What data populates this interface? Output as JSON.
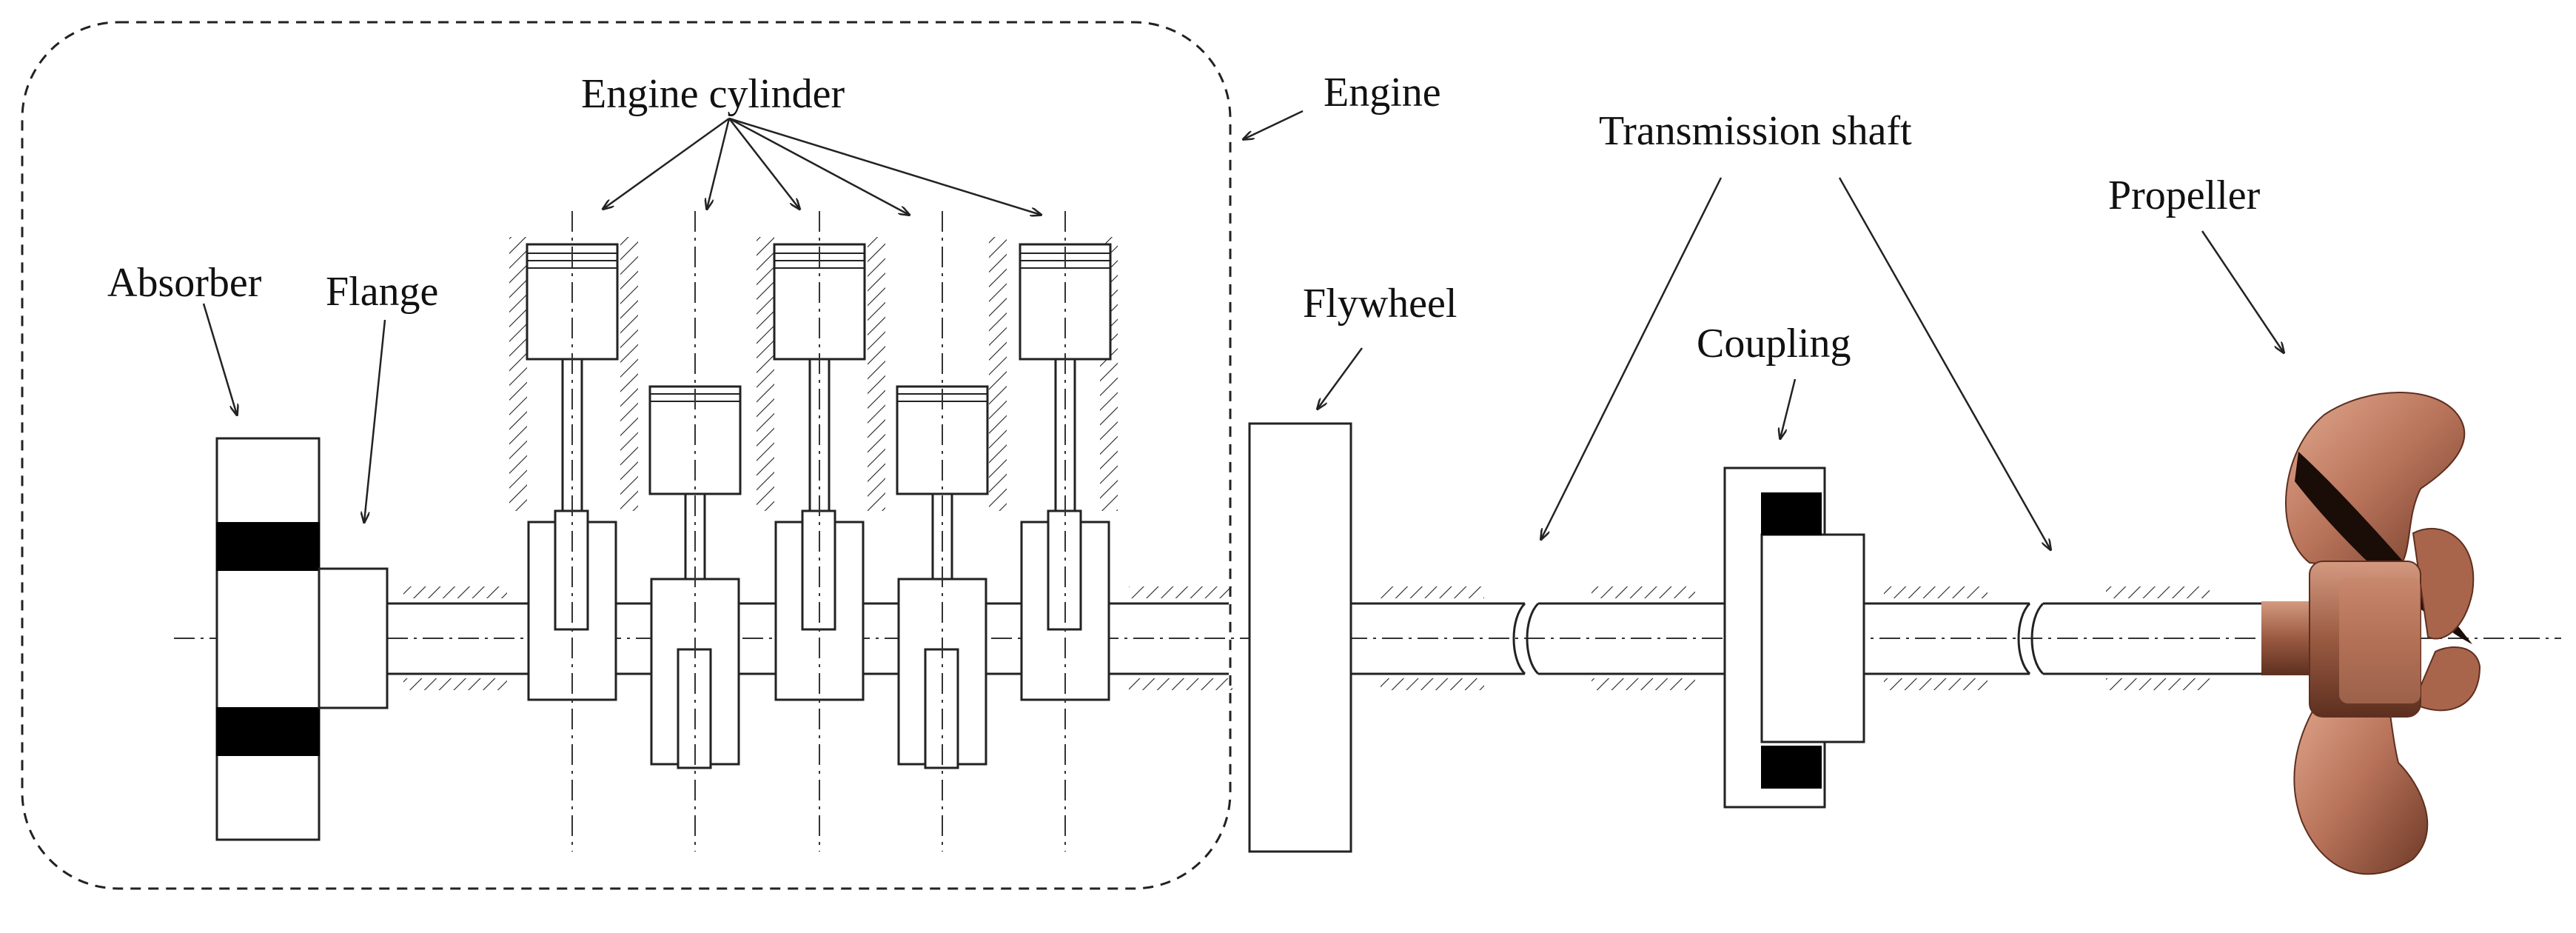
{
  "labels": {
    "engine_cylinder": "Engine cylinder",
    "engine": "Engine",
    "transmission_shaft": "Transmission shaft",
    "propeller": "Propeller",
    "absorber": "Absorber",
    "flange": "Flange",
    "flywheel": "Flywheel",
    "coupling": "Coupling"
  },
  "colors": {
    "propeller_main": "#b8735a",
    "propeller_dark": "#6e3a27",
    "propeller_light": "#e2a98f",
    "hub": "#9a5a42"
  }
}
